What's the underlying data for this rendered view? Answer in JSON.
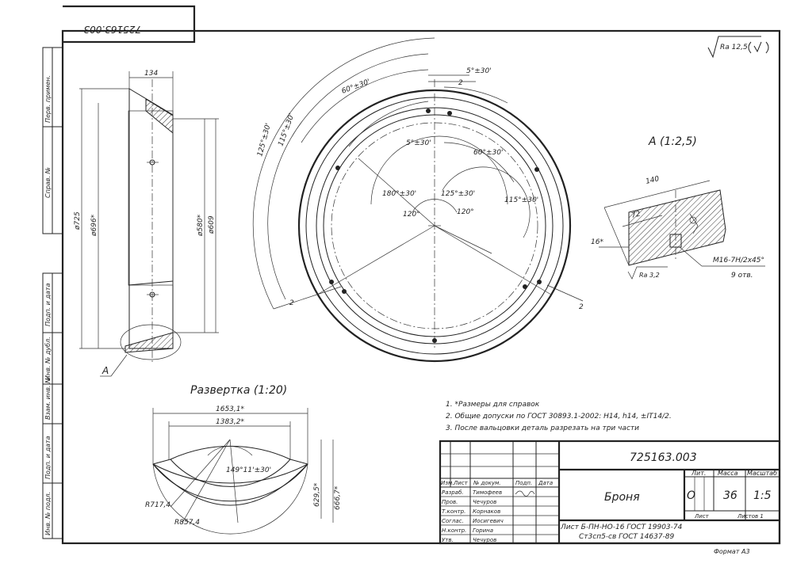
{
  "sheet": {
    "format": "Формат А3",
    "roughness": "Ra 12,5",
    "rotated_number": "725163.003"
  },
  "side_stamp": {
    "perv_primen": "Перв. примен.",
    "sprav_no": "Справ. №",
    "podp_data_1": "Подп. и дата",
    "inv_dubl": "Инв. № дубл.",
    "vzam_inv": "Взам. инв. №",
    "podp_data_2": "Подп. и дата",
    "inv_podl": "Инв. № подл."
  },
  "section_view": {
    "dim_top": "134",
    "dia_725": "ø725",
    "dia_696": "ø696*",
    "dia_580": "ø580*",
    "dia_609": "ø609",
    "callout": "А"
  },
  "plan_view": {
    "ang_60_outer": "60°±30'",
    "ang_125": "125°±30'",
    "ang_115": "115°±30'",
    "ang_5_top": "5°±30'",
    "dim_2_top": "2",
    "ang_5_inner": "5°±30'",
    "ang_60_inner": "60°±30'",
    "ang_180": "180°±30'",
    "ang_125_inner": "125°±30'",
    "ang_115_inner": "115°±30'",
    "ang_120_left": "120°",
    "ang_120_right": "120°",
    "dim_2_left": "2",
    "dim_2_right": "2"
  },
  "detail_a": {
    "title": "А (1:2,5)",
    "dim_140": "140",
    "dim_72": "72",
    "dim_16": "16*",
    "roughness": "Ra 3,2",
    "thread": "M16-7H/2x45°",
    "holes": "9 отв."
  },
  "development": {
    "title": "Развертка (1:20)",
    "dim_1653": "1653,1*",
    "dim_1383": "1383,2*",
    "angle": "149°11'±30'",
    "r717": "R717,4",
    "r857": "R857,4",
    "h629": "629,5*",
    "h666": "666,7*"
  },
  "notes": [
    "1. *Размеры для справок",
    "2. Общие допуски по ГОСТ 30893.1-2002: H14, h14, ±IT14/2.",
    "3. После вальцовки деталь разрезать на три части"
  ],
  "title_block": {
    "designation": "725163.003",
    "name": "Броня",
    "material_1": "Лист Б-ПН-НО-16 ГОСТ 19903-74",
    "material_2": "Ст3сп5-св ГОСТ 14637-89",
    "lit_label": "Лит.",
    "mass_label": "Масса",
    "scale_label": "Масштаб",
    "lit_value": "О",
    "mass_value": "36",
    "scale_value": "1:5",
    "list_label": "Лист",
    "listov_label": "Листов 1",
    "h_izm": "Изм.",
    "h_list": "Лист",
    "h_dokum": "№ докум.",
    "h_podp": "Подп.",
    "h_data": "Дата",
    "rows": [
      {
        "role": "Разраб.",
        "name": "Тимофеев"
      },
      {
        "role": "Пров.",
        "name": "Чечуров"
      },
      {
        "role": "Т.контр.",
        "name": "Корнаков"
      },
      {
        "role": "Соглас.",
        "name": "Иосигевич"
      },
      {
        "role": "Н.контр.",
        "name": "Горина"
      },
      {
        "role": "Утв.",
        "name": "Чечуров"
      }
    ]
  }
}
